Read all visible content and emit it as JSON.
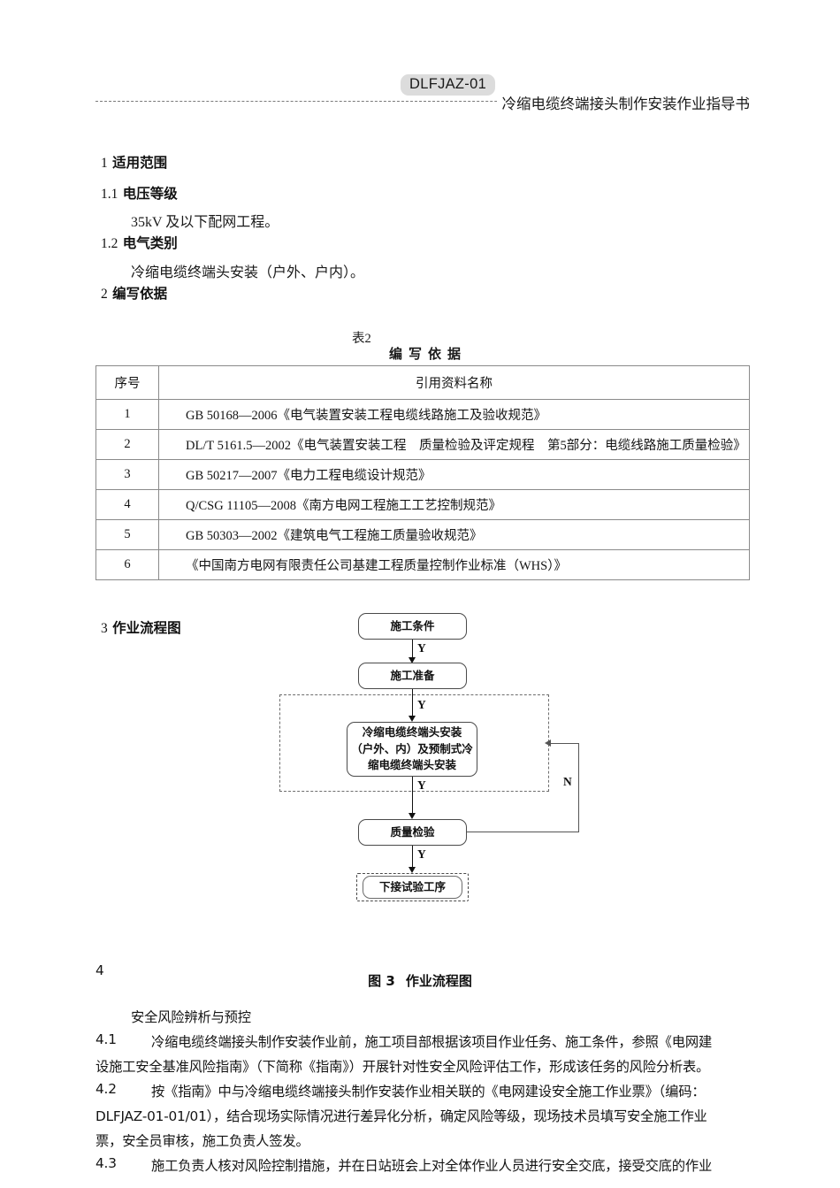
{
  "header": {
    "doc_code": "DLFJAZ-01",
    "title": "冷缩电缆终端接头制作安装作业指导书"
  },
  "sections": {
    "s1": {
      "heading_num": "1",
      "heading_text": "适用范围",
      "s1_1": {
        "num": "1.1",
        "title": "电压等级",
        "body": "35kV 及以下配网工程。"
      },
      "s1_2": {
        "num": "1.2",
        "title": "电气类别",
        "body": "冷缩电缆终端头安装（户外、户内）。"
      }
    },
    "s2": {
      "heading_num": "2",
      "heading_text": "编写依据"
    },
    "s3": {
      "heading_num": "3",
      "heading_text": "作业流程图"
    }
  },
  "table": {
    "caption_no": "表2",
    "caption_title": "编写依据",
    "columns": [
      "序号",
      "引用资料名称"
    ],
    "rows": [
      {
        "no": "1",
        "name": "GB 50168—2006《电气装置安装工程电缆线路施工及验收规范》"
      },
      {
        "no": "2",
        "name": "DL/T 5161.5—2002《电气装置安装工程　质量检验及评定规程　第5部分：电缆线路施工质量检验》"
      },
      {
        "no": "3",
        "name": "GB 50217—2007《电力工程电缆设计规范》"
      },
      {
        "no": "4",
        "name": "Q/CSG 11105—2008《南方电网工程施工工艺控制规范》"
      },
      {
        "no": "5",
        "name": "GB 50303—2002《建筑电气工程施工质量验收规范》"
      },
      {
        "no": "6",
        "name": "《中国南方电网有限责任公司基建工程质量控制作业标准（WHS）》"
      }
    ]
  },
  "flowchart": {
    "nodes": {
      "start": "施工条件",
      "prepare": "施工准备",
      "install_l1": "冷缩电缆终端头安装",
      "install_l2": "（户外、内）及预制式冷",
      "install_l3": "缩电缆终端头安装",
      "inspect": "质量检验",
      "next": "下接试验工序"
    },
    "labels": {
      "y1": "Y",
      "y2": "Y",
      "y3": "Y",
      "y4": "Y",
      "n1": "N"
    },
    "caption_no": "图 3",
    "caption_title": "作业流程图"
  },
  "section4": {
    "orphan_num": "4",
    "title": "安全风险辨析与预控",
    "items": [
      {
        "num": "4.1",
        "lines": [
          "冷缩电缆终端接头制作安装作业前，施工项目部根据该项目作业任务、施工条件，参照《电网建",
          "设施工安全基准风险指南》（下简称《指南》）开展针对性安全风险评估工作，形成该任务的风险分析表。"
        ]
      },
      {
        "num": "4.2",
        "lines": [
          "按《指南》中与冷缩电缆终端接头制作安装作业相关联的《电网建设安全施工作业票》（编码：",
          "DLFJAZ-01-01/01），结合现场实际情况进行差异化分析，确定风险等级，现场技术员填写安全施工作业",
          "票，安全员审核，施工负责人签发。"
        ]
      },
      {
        "num": "4.3",
        "lines": [
          "施工负责人核对风险控制措施，并在日站班会上对全体作业人员进行安全交底，接受交底的作业"
        ]
      }
    ]
  },
  "colors": {
    "code_highlight": "#dcdcdc",
    "rule": "#7a7a7a",
    "table_border": "#8a8a8a",
    "flow_border": "#4a4a4a",
    "text": "#1a1a1a"
  }
}
